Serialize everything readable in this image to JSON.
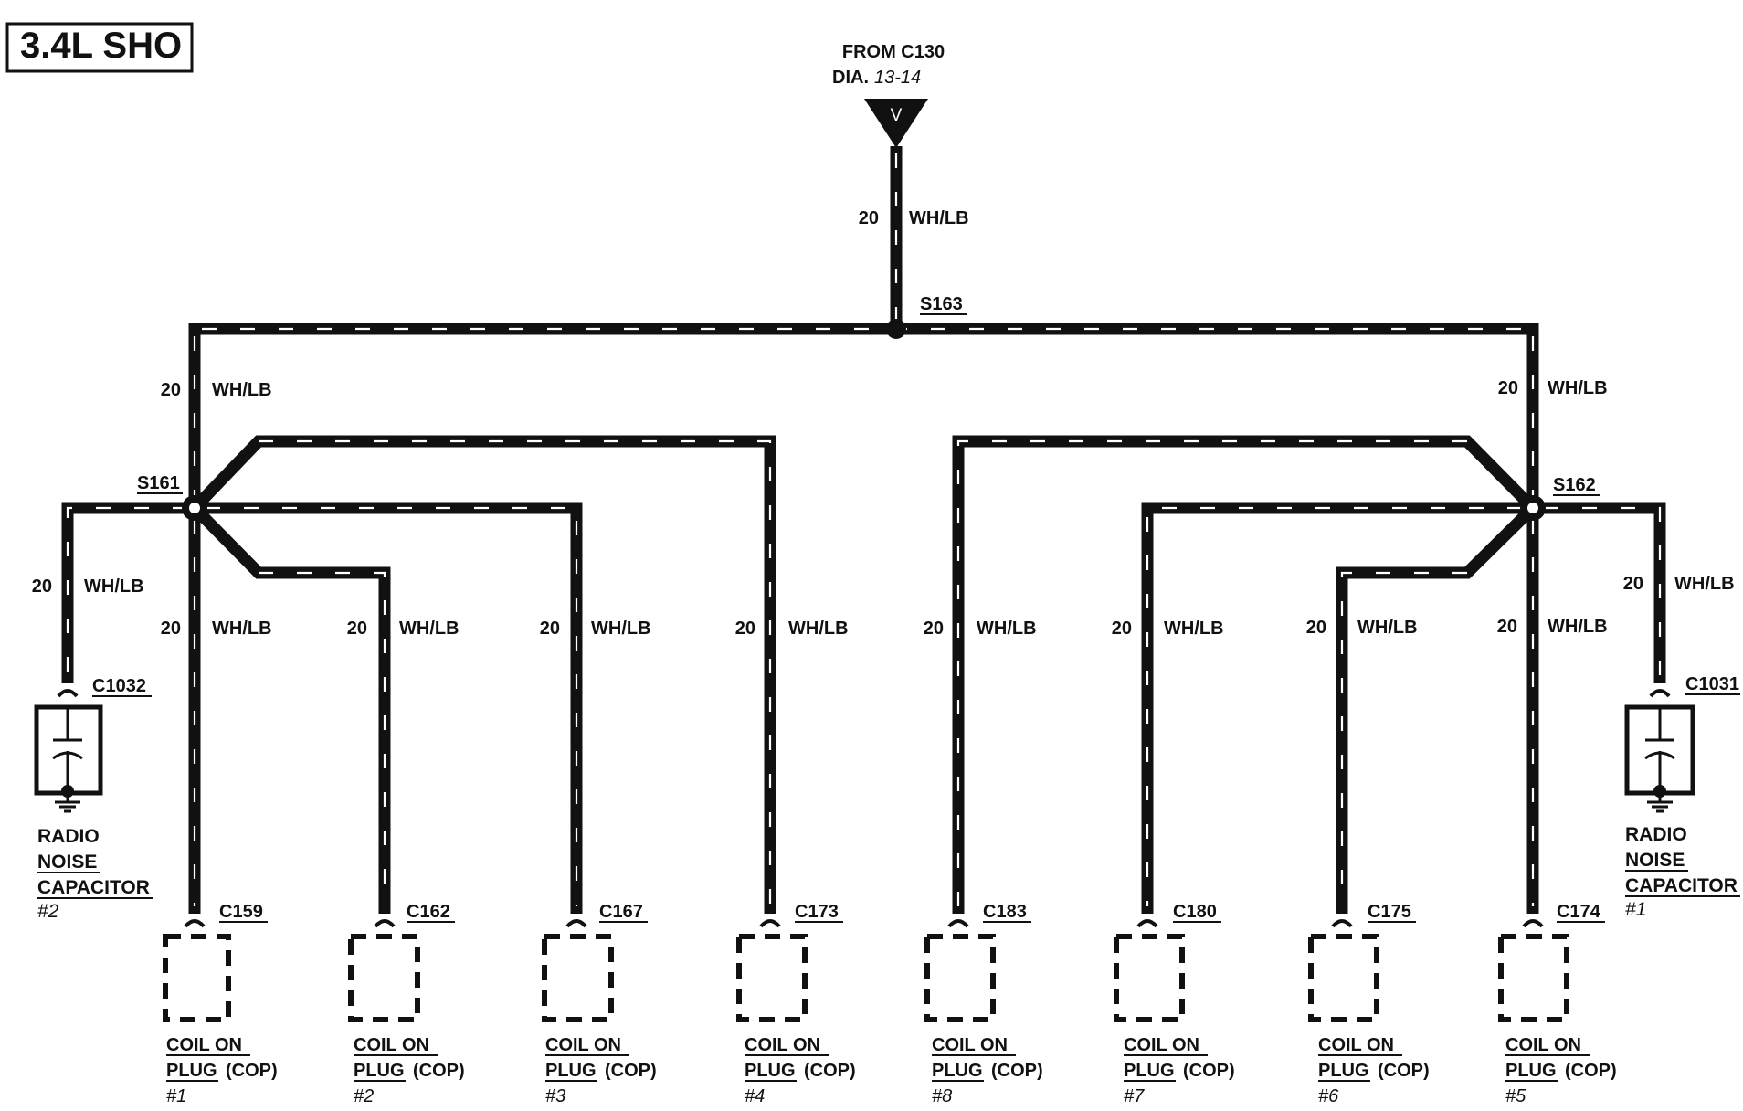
{
  "title": "3.4L SHO",
  "source": {
    "line1": "FROM C130",
    "dia_prefix": "DIA.",
    "dia_ref": "13-14",
    "connector_letter": "V",
    "gauge": "20",
    "color": "WH/LB"
  },
  "splices": {
    "top": "S163",
    "left": "S161",
    "right": "S162"
  },
  "branches": {
    "upper_left": {
      "gauge": "20",
      "color": "WH/LB"
    },
    "upper_right": {
      "gauge": "20",
      "color": "WH/LB"
    }
  },
  "capacitors": [
    {
      "connector": "C1032",
      "gauge": "20",
      "color": "WH/LB",
      "line1": "RADIO",
      "line2": "NOISE",
      "line3": "CAPACITOR",
      "number": "#2"
    },
    {
      "connector": "C1031",
      "gauge": "20",
      "color": "WH/LB",
      "line1": "RADIO",
      "line2": "NOISE",
      "line3": "CAPACITOR",
      "number": "#1"
    }
  ],
  "coils": [
    {
      "connector": "C159",
      "gauge": "20",
      "color": "WH/LB",
      "line1": "COIL ON",
      "line2a": "PLUG",
      "line2b": "(COP)",
      "number": "#1"
    },
    {
      "connector": "C162",
      "gauge": "20",
      "color": "WH/LB",
      "line1": "COIL ON",
      "line2a": "PLUG",
      "line2b": "(COP)",
      "number": "#2"
    },
    {
      "connector": "C167",
      "gauge": "20",
      "color": "WH/LB",
      "line1": "COIL ON",
      "line2a": "PLUG",
      "line2b": "(COP)",
      "number": "#3"
    },
    {
      "connector": "C173",
      "gauge": "20",
      "color": "WH/LB",
      "line1": "COIL ON",
      "line2a": "PLUG",
      "line2b": "(COP)",
      "number": "#4"
    },
    {
      "connector": "C183",
      "gauge": "20",
      "color": "WH/LB",
      "line1": "COIL ON",
      "line2a": "PLUG",
      "line2b": "(COP)",
      "number": "#8"
    },
    {
      "connector": "C180",
      "gauge": "20",
      "color": "WH/LB",
      "line1": "COIL ON",
      "line2a": "PLUG",
      "line2b": "(COP)",
      "number": "#7"
    },
    {
      "connector": "C175",
      "gauge": "20",
      "color": "WH/LB",
      "line1": "COIL ON",
      "line2a": "PLUG",
      "line2b": "(COP)",
      "number": "#6"
    },
    {
      "connector": "C174",
      "gauge": "20",
      "color": "WH/LB",
      "line1": "COIL ON",
      "line2a": "PLUG",
      "line2b": "(COP)",
      "number": "#5"
    }
  ]
}
